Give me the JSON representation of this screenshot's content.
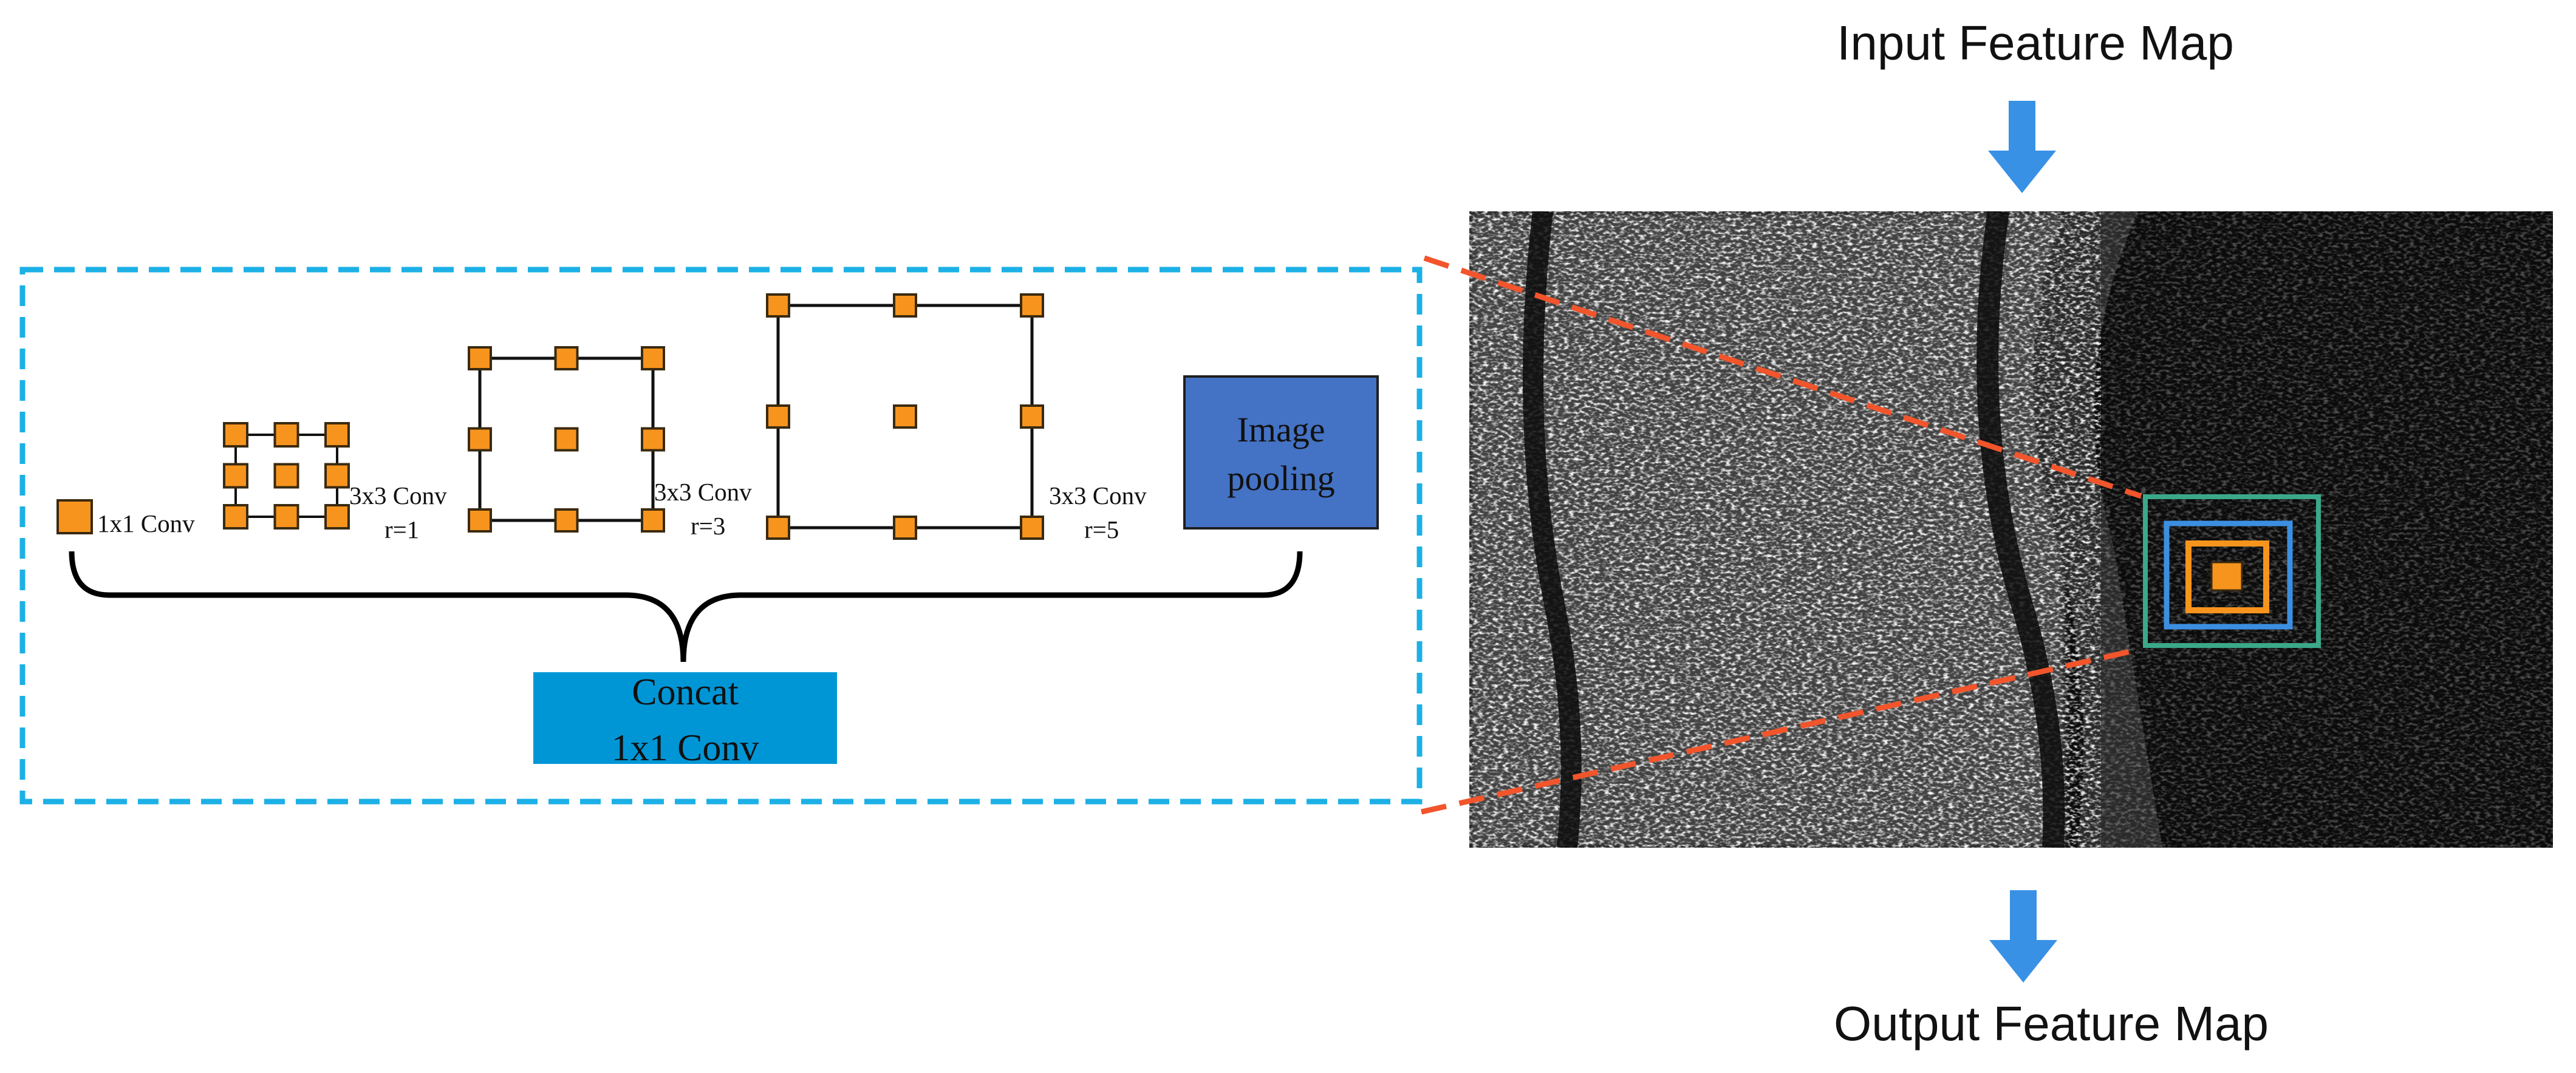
{
  "colors": {
    "dashed_border": "#1CB0E6",
    "node_fill": "#F7941D",
    "node_stroke": "#3A2A10",
    "image_pooling_fill": "#4472C4",
    "concat_fill": "#0096D6",
    "arrow_blue": "#3891E5",
    "red_dashed": "#F2552C",
    "box_green": "#3BA88A",
    "box_blue": "#3C8FE0",
    "box_orange": "#F7941D"
  },
  "labels": {
    "input_title": "Input Feature Map",
    "output_title": "Output Feature Map",
    "conv_1x1": "1x1 Conv",
    "conv_r1_line1": "3x3 Conv",
    "conv_r1_line2": "r=1",
    "conv_r3_line1": "3x3 Conv",
    "conv_r3_line2": "r=3",
    "conv_r5_line1": "3x3 Conv",
    "conv_r5_line2": "r=5",
    "pooling_line1": "Image",
    "pooling_line2": "pooling",
    "concat_line1": "Concat",
    "concat_line2": "1x1 Conv"
  },
  "icons": {
    "down_arrow_top": "down-arrow-icon",
    "down_arrow_bottom": "down-arrow-icon"
  }
}
